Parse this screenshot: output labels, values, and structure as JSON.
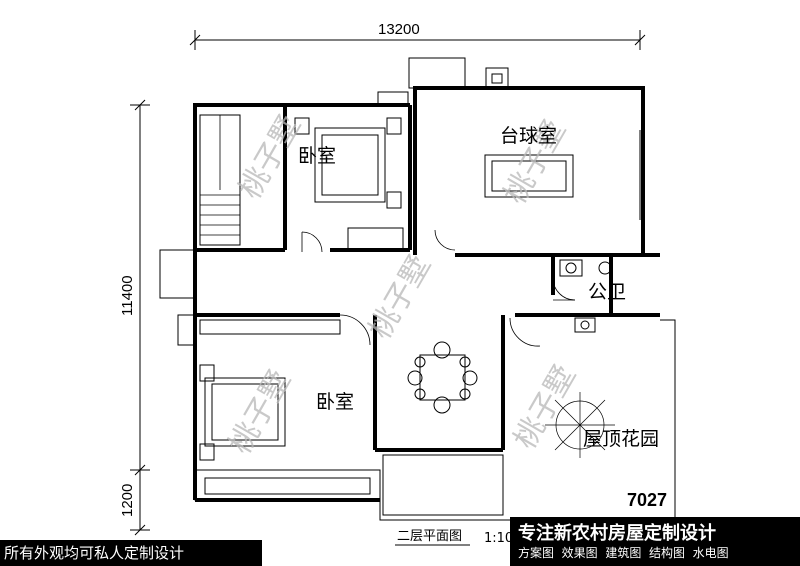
{
  "dimensions": {
    "width_total": "13200",
    "depth_total": "11400",
    "balcony_depth": "1200"
  },
  "rooms": {
    "bedroom_top": "卧室",
    "billiard_room": "台球室",
    "public_bath": "公卫",
    "bedroom_bottom": "卧室",
    "roof_garden": "屋顶花园"
  },
  "plan_code": "7027",
  "plan_title": "二层平面图",
  "scale": "1:10",
  "watermark": "桃子墅",
  "footer": {
    "left": "所有外观均可私人定制设计",
    "headline": "专注新农村房屋定制设计",
    "services": [
      "方案图",
      "效果图",
      "建筑图",
      "结构图",
      "水电图"
    ]
  }
}
